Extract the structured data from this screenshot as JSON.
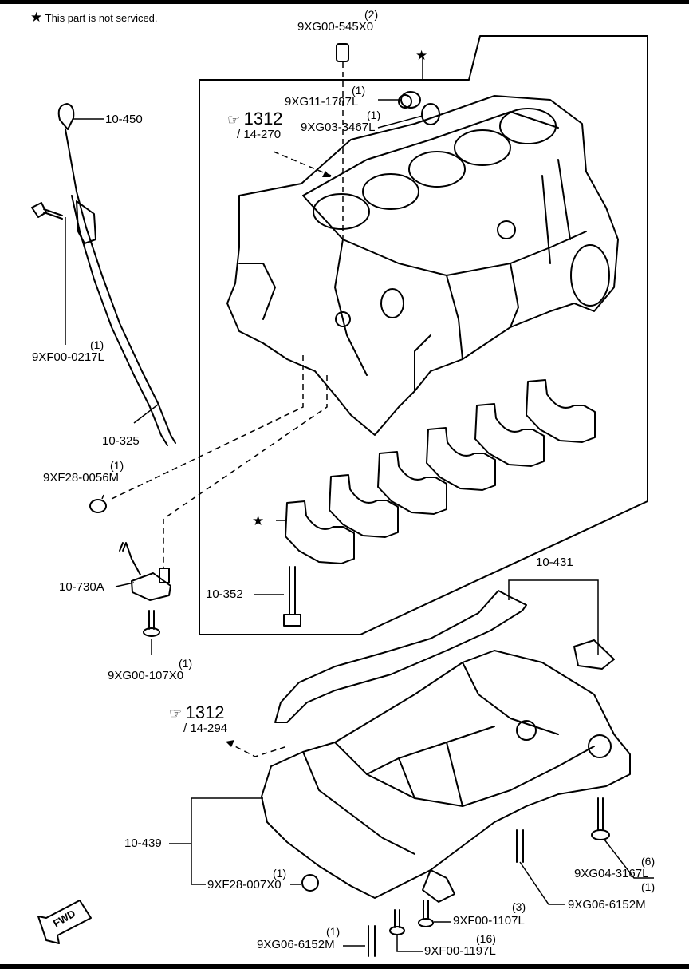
{
  "legend": {
    "symbol": "★",
    "text": "This part is not serviced."
  },
  "star_symbol": "★",
  "refs": [
    {
      "id": "ref-1312-top",
      "main": "1312",
      "sub": "/ 14-270"
    },
    {
      "id": "ref-1312-bottom",
      "main": "1312",
      "sub": "/ 14-294"
    }
  ],
  "parts": {
    "p545": {
      "qty": "(2)",
      "code": "9XG00-545X0"
    },
    "p1787": {
      "qty": "(1)",
      "code": "9XG11-1787L"
    },
    "p3467": {
      "qty": "(1)",
      "code": "9XG03-3467L"
    },
    "p450": {
      "code": "10-450"
    },
    "p0217": {
      "qty": "(1)",
      "code": "9XF00-0217L"
    },
    "p325": {
      "code": "10-325"
    },
    "p0056": {
      "qty": "(1)",
      "code": "9XF28-0056M"
    },
    "p730": {
      "code": "10-730A"
    },
    "p107": {
      "qty": "(1)",
      "code": "9XG00-107X0"
    },
    "p352": {
      "code": "10-352"
    },
    "p431": {
      "code": "10-431"
    },
    "p439": {
      "code": "10-439"
    },
    "p007": {
      "qty": "(1)",
      "code": "9XF28-007X0"
    },
    "p3167": {
      "qty": "(6)",
      "code": "9XG04-3167L"
    },
    "p6152r": {
      "qty": "(1)",
      "code": "9XG06-6152M"
    },
    "p1107": {
      "qty": "(3)",
      "code": "9XF00-1107L"
    },
    "p1197": {
      "qty": "(16)",
      "code": "9XF00-1197L"
    },
    "p6152b": {
      "qty": "(1)",
      "code": "9XG06-6152M"
    }
  },
  "fwd_label": "FWD"
}
